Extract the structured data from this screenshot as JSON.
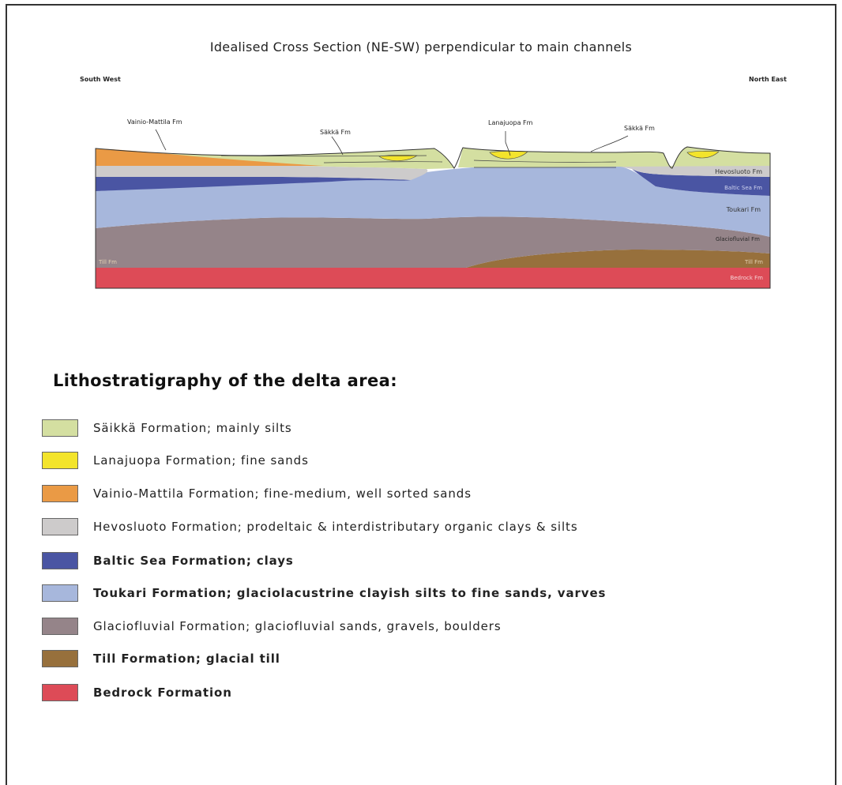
{
  "title": "Idealised Cross Section (NE-SW) perpendicular to main channels",
  "directions": {
    "left": "South West",
    "right": "North East"
  },
  "section_labels": {
    "vainio": "Vainio-Mattila Fm",
    "saikka_left": "Säkkä Fm",
    "lanajuopa": "Lanajuopa Fm",
    "saikka_right": "Säkkä Fm",
    "hevosluoto": "Hevosluoto Fm",
    "baltic": "Baltic Sea Fm",
    "toukari": "Toukari Fm",
    "glaciofluvial": "Glaciofluvial Fm",
    "till_left": "Till Fm",
    "till_right": "Till Fm",
    "bedrock": "Bedrock Fm"
  },
  "legend": {
    "heading": "Lithostratigraphy of the delta area:",
    "items": [
      {
        "label": "Säikkä Formation; mainly silts",
        "color": "#d4dfa1",
        "bold": false
      },
      {
        "label": "Lanajuopa Formation; fine sands",
        "color": "#f3e42b",
        "bold": false
      },
      {
        "label": "Vainio-Mattila Formation; fine-medium, well sorted sands",
        "color": "#ea9a45",
        "bold": false
      },
      {
        "label": "Hevosluoto Formation;   prodeltaic & interdistributary organic clays & silts",
        "color": "#cdcbcb",
        "bold": false
      },
      {
        "label": "Baltic Sea Formation; clays",
        "color": "#4a55a3",
        "bold": true
      },
      {
        "label": "Toukari Formation; glaciolacustrine clayish silts to fine sands, varves",
        "color": "#a7b7dc",
        "bold": true
      },
      {
        "label": "Glaciofluvial Formation; glaciofluvial sands, gravels, boulders",
        "color": "#958489",
        "bold": false
      },
      {
        "label": "Till Formation; glacial till",
        "color": "#97703c",
        "bold": true
      },
      {
        "label": "Bedrock Formation",
        "color": "#dd4b57",
        "bold": true
      }
    ]
  },
  "colors": {
    "saikka": "#d4dfa1",
    "lanajuopa": "#f3e42b",
    "vainio": "#ea9a45",
    "hevosluoto": "#cdcbcb",
    "baltic": "#4a55a3",
    "toukari": "#a7b7dc",
    "glaciofluvial": "#958489",
    "till": "#97703c",
    "bedrock": "#dd4b57"
  }
}
